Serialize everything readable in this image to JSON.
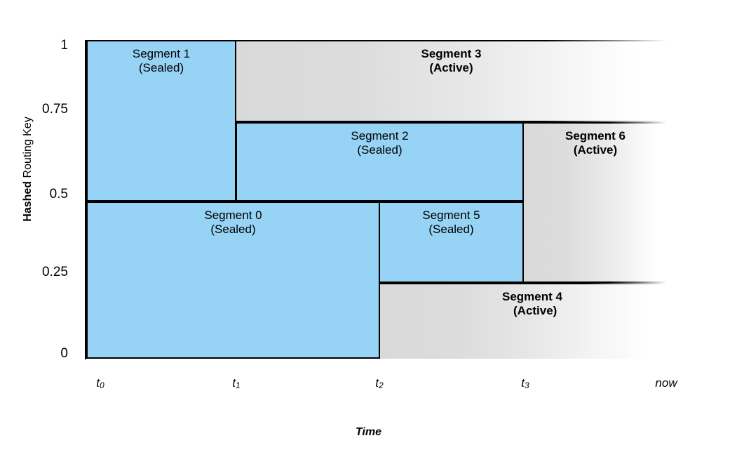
{
  "chart_data": {
    "type": "diagram",
    "title": "",
    "xlabel": "Time",
    "ylabel_bold": "Hashed ",
    "ylabel_rest": "Routing Key",
    "ylim": [
      0,
      1
    ],
    "yticks": [
      "0",
      "0.25",
      "0.5",
      "0.75",
      "1"
    ],
    "xticks": [
      {
        "base": "t",
        "sub": "0"
      },
      {
        "base": "t",
        "sub": "1"
      },
      {
        "base": "t",
        "sub": "2"
      },
      {
        "base": "t",
        "sub": "3"
      },
      {
        "base": "now",
        "sub": ""
      }
    ],
    "grid": false,
    "legend": "none",
    "colors": {
      "sealed_fill": "#96d3f4",
      "active_fill_start": "#d9d9d9",
      "active_fill_end": "#ffffff",
      "border": "#000000"
    },
    "segments": [
      {
        "name": "Segment 1",
        "state": "(Sealed)",
        "status": "sealed",
        "x_start": "t0",
        "x_end": "t1",
        "y_start": 0.5,
        "y_end": 1.0
      },
      {
        "name": "Segment 3",
        "state": "(Active)",
        "status": "active",
        "x_start": "t1",
        "x_end": "now",
        "y_start": 0.75,
        "y_end": 1.0
      },
      {
        "name": "Segment 2",
        "state": "(Sealed)",
        "status": "sealed",
        "x_start": "t1",
        "x_end": "t3",
        "y_start": 0.5,
        "y_end": 0.75
      },
      {
        "name": "Segment 6",
        "state": "(Active)",
        "status": "active",
        "x_start": "t3",
        "x_end": "now",
        "y_start": 0.25,
        "y_end": 0.75
      },
      {
        "name": "Segment 0",
        "state": "(Sealed)",
        "status": "sealed",
        "x_start": "t0",
        "x_end": "t2",
        "y_start": 0.0,
        "y_end": 0.5
      },
      {
        "name": "Segment 5",
        "state": "(Sealed)",
        "status": "sealed",
        "x_start": "t2",
        "x_end": "t3",
        "y_start": 0.25,
        "y_end": 0.5
      },
      {
        "name": "Segment 4",
        "state": "(Active)",
        "status": "active",
        "x_start": "t2",
        "x_end": "now",
        "y_start": 0.0,
        "y_end": 0.25
      }
    ]
  }
}
